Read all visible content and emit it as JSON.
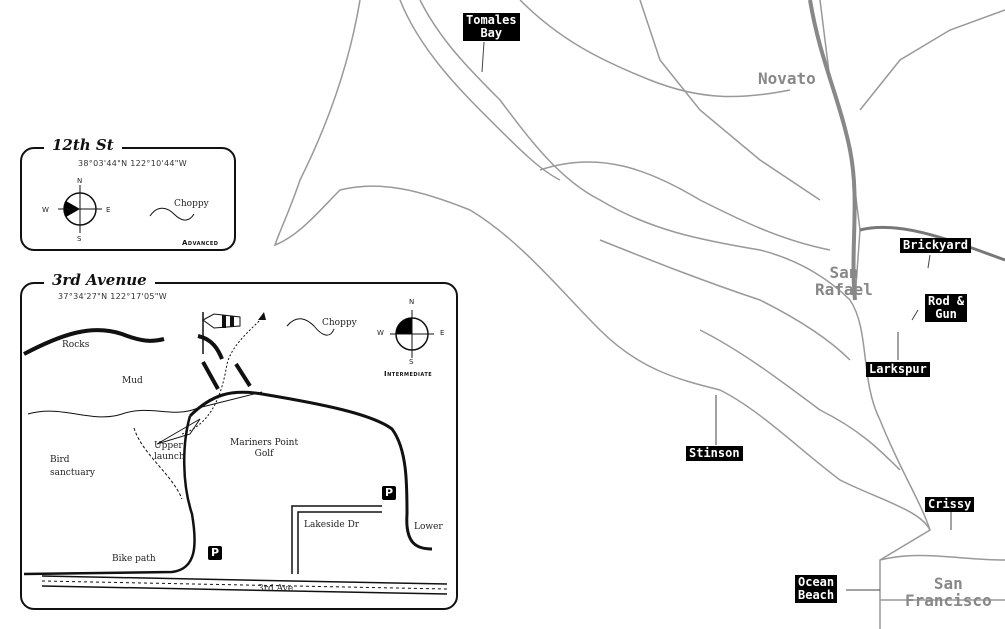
{
  "map_labels": {
    "tomales": "Tomales\nBay",
    "brickyard": "Brickyard",
    "rodgun": "Rod &\nGun",
    "larkspur": "Larkspur",
    "stinson": "Stinson",
    "crissy": "Crissy",
    "ocean": "Ocean\nBeach"
  },
  "cities": {
    "novato": "Novato",
    "sanrafael": "San\nRafael",
    "sf": "San\nFrancisco"
  },
  "spot1": {
    "title": "12th St",
    "coords": "38°03'44\"N 122°10'44\"W",
    "conditions": "Choppy",
    "level": "Advanced",
    "compass": {
      "n": "N",
      "s": "S",
      "e": "E",
      "w": "W"
    }
  },
  "spot2": {
    "title": "3rd Avenue",
    "coords": "37°34'27\"N 122°17'05\"W",
    "conditions": "Choppy",
    "level": "Intermediate",
    "compass": {
      "n": "N",
      "s": "S",
      "e": "E",
      "w": "W"
    },
    "features": {
      "rocks": "Rocks",
      "mud": "Mud",
      "upper": "Upper\nlaunch",
      "golf": "Mariners Point\nGolf",
      "bird": "Bird\nsanctuary",
      "lakeside": "Lakeside Dr",
      "lower": "Lower",
      "bike": "Bike path",
      "ave": "3rd Ave",
      "parking1": "P",
      "parking2": "P"
    }
  }
}
